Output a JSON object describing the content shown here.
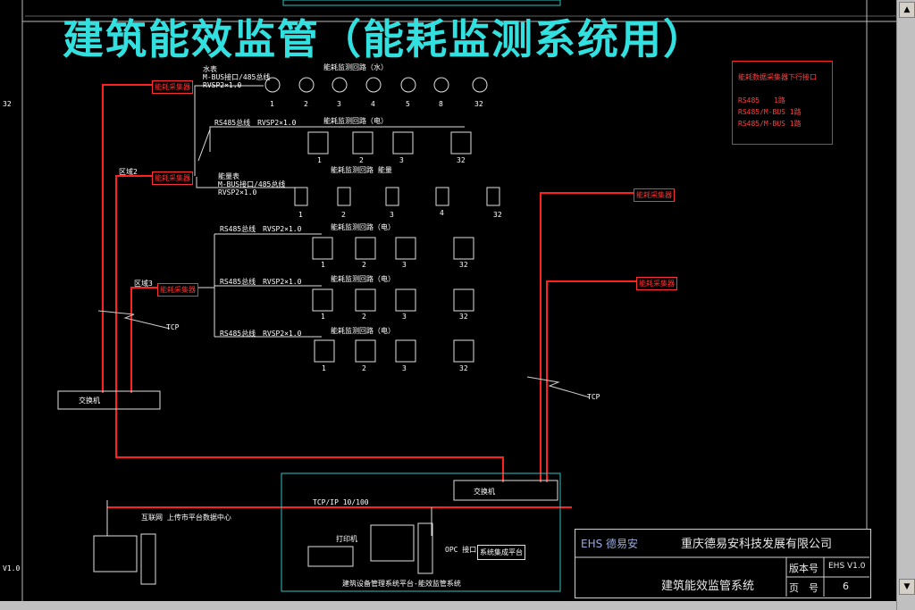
{
  "title": "建筑能效监管（能耗监测系统用）",
  "interface_box": {
    "heading": "能耗数据采集器下行接口",
    "lines": [
      "RS485　　1路",
      "RS485/M-BUS 1路",
      "RS485/M-BUS 1路"
    ]
  },
  "collectors": {
    "c1": "能耗采集器",
    "c2": "能耗采集器",
    "c3": "能耗采集器",
    "c4": "能耗采集器",
    "c5": "能耗采集器"
  },
  "zones": {
    "z2": "区域2",
    "z3": "区域3"
  },
  "rows": {
    "r1": {
      "label": "能耗监测回路（水）",
      "bus": "水表\nM-BUS接口/485总线\nRVSP2×1.0",
      "numbers": [
        "1",
        "2",
        "3",
        "4",
        "5",
        "8",
        "32"
      ]
    },
    "r2": {
      "label": "能耗监测回路（电）",
      "bus": "RS485总线　RVSP2×1.0",
      "numbers": [
        "1",
        "2",
        "3",
        "32"
      ]
    },
    "r3": {
      "label": "能耗监测回路 能量",
      "bus": "能量表\nM-BUS接口/485总线\nRVSP2×1.0",
      "numbers": [
        "1",
        "2",
        "3",
        "4",
        "32"
      ]
    },
    "r4": {
      "label": "能耗监测回路（电）",
      "bus": "RS485总线　RVSP2×1.0",
      "numbers": [
        "1",
        "2",
        "3",
        "32"
      ]
    },
    "r5": {
      "label": "能耗监测回路（电）",
      "bus": "RS485总线　RVSP2×1.0",
      "numbers": [
        "1",
        "2",
        "3",
        "32"
      ]
    },
    "r6": {
      "label": "能耗监测回路（电）",
      "bus": "RS485总线　RVSP2×1.0",
      "numbers": [
        "1",
        "2",
        "3",
        "32"
      ]
    }
  },
  "tcp": "TCP",
  "switch_label": "交换机",
  "network": {
    "tcpip": "TCP/IP 10/100",
    "internet": "互联网 上传市平台数据中心",
    "printer": "打印机",
    "opc": "OPC 接口",
    "integration": "系统集成平台",
    "platform": "建筑设备管理系统平台-能效监管系统"
  },
  "titleblock": {
    "logo": "EHS 德易安",
    "company": "重庆德易安科技发展有限公司",
    "system": "建筑能效监管系统",
    "version_label": "版本号",
    "version": "EHS V1.0",
    "page_label": "页　号",
    "page": "6"
  },
  "left_fragments": {
    "num": "32",
    "version": "V1.0"
  },
  "colors": {
    "title": "#33e0e0",
    "wire": "#ff2020",
    "frame": "#33c0c0",
    "text": "#ffffff"
  }
}
